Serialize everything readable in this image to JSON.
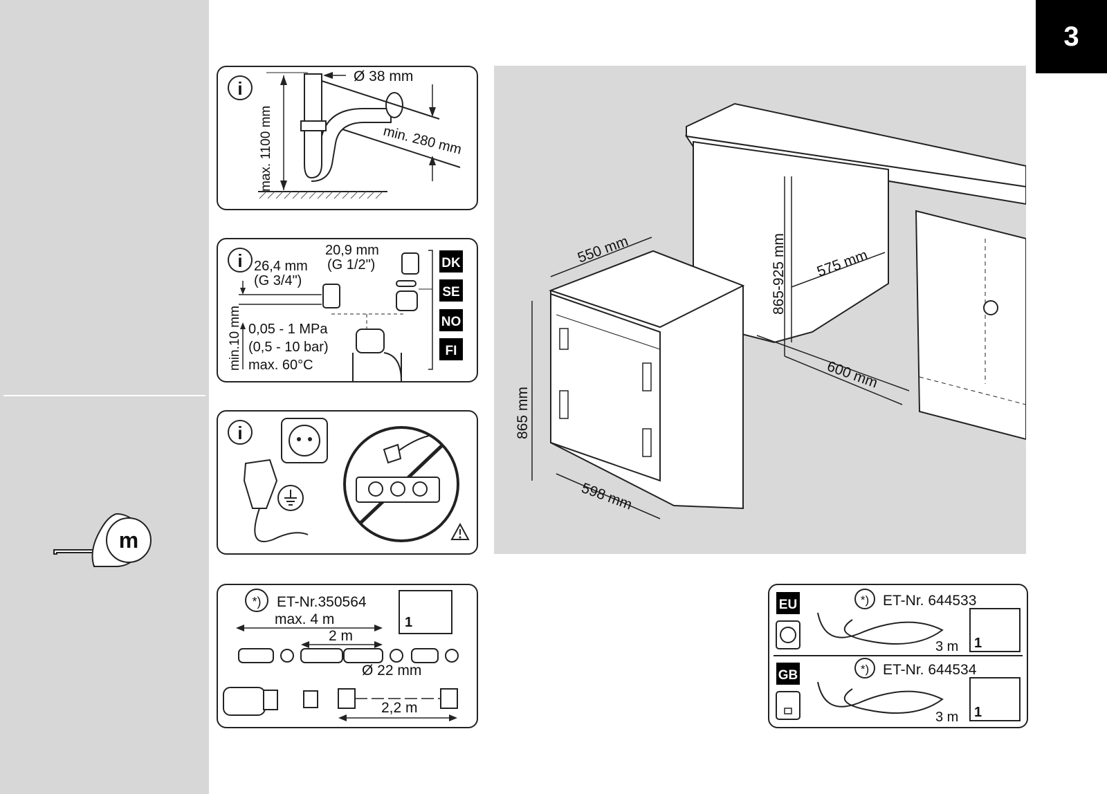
{
  "page_number": "3",
  "tape_letter": "m",
  "drain": {
    "diameter": "Ø 38 mm",
    "min_distance": "min. 280 mm",
    "max_height": "max. 1100 mm"
  },
  "water": {
    "size1": "20,9 mm",
    "thread1": "(G 1/2\")",
    "size2": "26,4 mm",
    "thread2": "(G 3/4\")",
    "min_height": "min.10 mm",
    "pressure": "0,05 - 1 MPa",
    "pressure_bar": "(0,5 - 10 bar)",
    "temperature": "max. 60°C",
    "countries": [
      "DK",
      "SE",
      "NO",
      "FI"
    ]
  },
  "hose": {
    "part_marker": "*)",
    "part_number": "ET-Nr.350564",
    "max_length": "max. 4 m",
    "length": "2 m",
    "diameter": "Ø 22 mm",
    "inlet_length": "2,2 m",
    "manual_page": "1"
  },
  "dimensions": {
    "depth_top": "550 mm",
    "niche_depth": "575 mm",
    "niche_height": "865-925 mm",
    "niche_width": "600 mm",
    "height": "865 mm",
    "width": "598 mm"
  },
  "power_cords": [
    {
      "region": "EU",
      "marker": "*)",
      "part_number": "ET-Nr. 644533",
      "length": "3 m",
      "manual_page": "1"
    },
    {
      "region": "GB",
      "marker": "*)",
      "part_number": "ET-Nr. 644534",
      "length": "3 m",
      "manual_page": "1"
    }
  ],
  "info_letter": "i"
}
